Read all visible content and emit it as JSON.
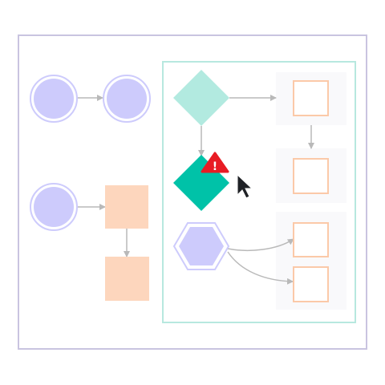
{
  "diagram": {
    "colors": {
      "outer_frame": "#c9c4e0",
      "inner_frame": "#b7e8df",
      "circle_fill": "#cdcbfc",
      "circle_ring": "#cdcbfc",
      "square_fill": "#fdd6bd",
      "square_outline": "#fbc9a8",
      "slot_bg": "#f9f9fb",
      "diamond_light": "#b2eae0",
      "diamond_dark": "#00c2a8",
      "hexagon_fill": "#cdcbfc",
      "connector": "#b9b9b9",
      "warning": "#e81c24",
      "cursor": "#1f2226"
    },
    "warning_glyph": "!",
    "nodes": [
      {
        "id": "circle-1",
        "shape": "circle"
      },
      {
        "id": "circle-2",
        "shape": "circle"
      },
      {
        "id": "circle-3",
        "shape": "circle"
      },
      {
        "id": "square-1",
        "shape": "square"
      },
      {
        "id": "square-2",
        "shape": "square"
      },
      {
        "id": "diamond-1",
        "shape": "diamond",
        "style": "light"
      },
      {
        "id": "diamond-2",
        "shape": "diamond",
        "style": "dark",
        "badge": "warning"
      },
      {
        "id": "hexagon-1",
        "shape": "hexagon"
      },
      {
        "id": "slot-1",
        "shape": "outlined-square"
      },
      {
        "id": "slot-2",
        "shape": "outlined-square"
      },
      {
        "id": "slot-3",
        "shape": "outlined-square"
      },
      {
        "id": "slot-4",
        "shape": "outlined-square"
      }
    ],
    "edges": [
      {
        "from": "circle-1",
        "to": "circle-2"
      },
      {
        "from": "circle-3",
        "to": "square-1"
      },
      {
        "from": "square-1",
        "to": "square-2"
      },
      {
        "from": "diamond-1",
        "to": "slot-1"
      },
      {
        "from": "diamond-1",
        "to": "diamond-2"
      },
      {
        "from": "slot-1",
        "to": "slot-2"
      },
      {
        "from": "hexagon-1",
        "to": "slot-3",
        "curved": true
      },
      {
        "from": "hexagon-1",
        "to": "slot-4",
        "curved": true
      }
    ]
  }
}
